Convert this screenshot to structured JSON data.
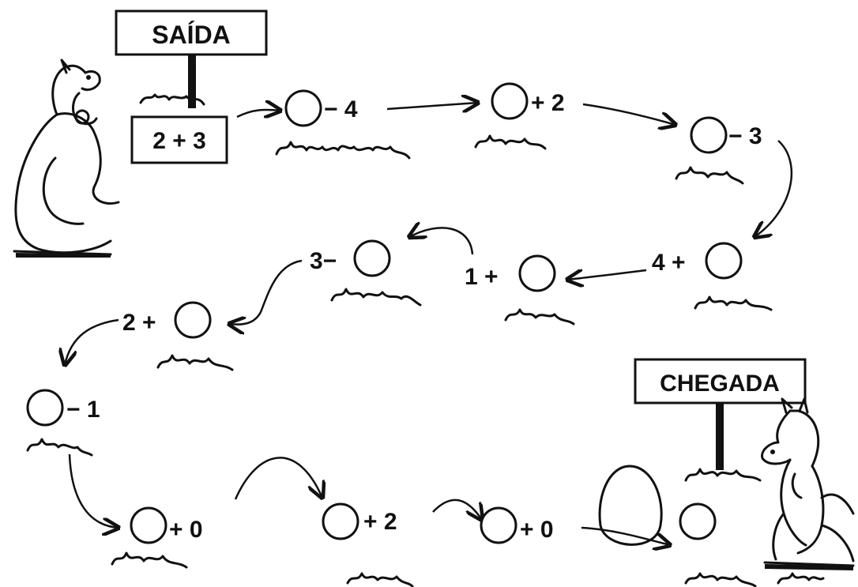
{
  "signs": {
    "start": "SAÍDA",
    "finish": "CHEGADA"
  },
  "start_expression": "2 + 3",
  "steps": [
    {
      "operation": "− 4"
    },
    {
      "operation": "+ 2"
    },
    {
      "operation": "− 3"
    },
    {
      "operation": "4 +"
    },
    {
      "operation": "1 +"
    },
    {
      "operation": "3−"
    },
    {
      "operation": "2 +"
    },
    {
      "operation": "− 1"
    },
    {
      "operation": "+ 0"
    },
    {
      "operation": "+ 2"
    },
    {
      "operation": "+ 0"
    }
  ],
  "icons": {
    "start_character": "kangaroo-icon",
    "finish_character": "kangaroo-icon",
    "egg": "egg-icon",
    "grass": "grass-icon",
    "answer_slot": "empty-circle"
  }
}
